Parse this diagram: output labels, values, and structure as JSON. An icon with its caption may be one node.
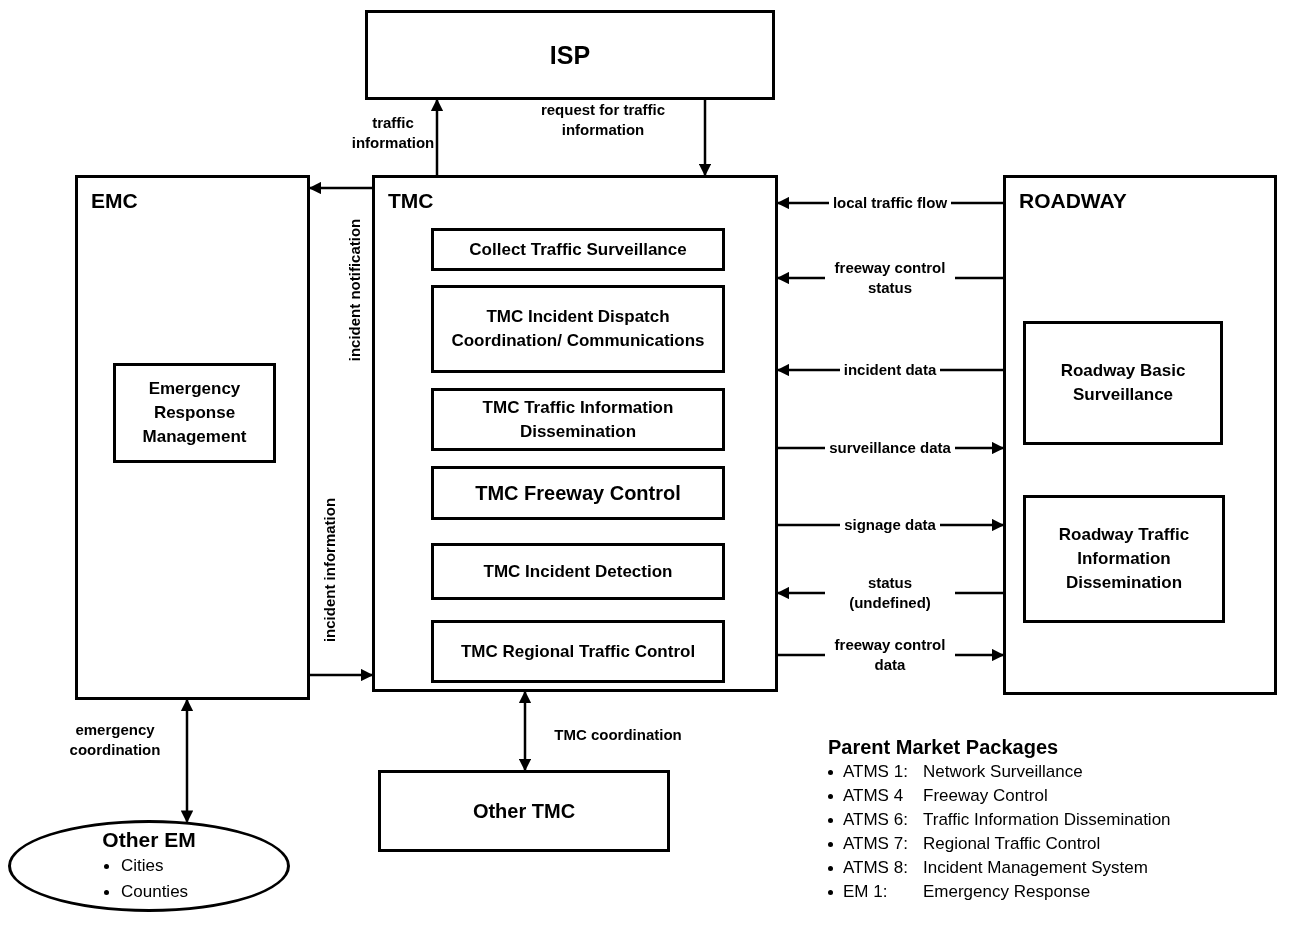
{
  "diagram": {
    "nodes": [
      {
        "text": [
          "ISP"
        ]
      },
      {
        "text": [
          "EMC"
        ]
      },
      {
        "text": [
          "Emergency Response Management"
        ],
        "in": 1
      },
      {
        "text": [
          "TMC"
        ]
      },
      {
        "text": [
          "Collect Traffic Surveillance"
        ],
        "in": 3
      },
      {
        "text": [
          "TMC Incident Dispatch Coordination/ Communications"
        ],
        "in": 3
      },
      {
        "text": [
          "TMC Traffic Information Dissemination"
        ],
        "in": 3
      },
      {
        "text": [
          "TMC Freeway Control"
        ],
        "in": 3
      },
      {
        "text": [
          "TMC Incident Detection"
        ],
        "in": 3
      },
      {
        "text": [
          "TMC Regional Traffic Control"
        ],
        "in": 3
      },
      {
        "text": [
          "ROADWAY"
        ]
      },
      {
        "text": [
          "Roadway Basic Surveillance"
        ],
        "in": 10
      },
      {
        "text": [
          "Roadway Traffic Information Dissemination"
        ],
        "in": 10
      },
      {
        "text": [
          "Other TMC"
        ]
      },
      {
        "text": [
          "Other EM",
          "Cities",
          "Counties"
        ]
      }
    ],
    "edges": [
      {
        "from": 3,
        "to": 0,
        "arrow": "to",
        "label": "traffic information"
      },
      {
        "from": 0,
        "to": 3,
        "arrow": "to",
        "label": "request for traffic information"
      },
      {
        "from": 3,
        "to": 1,
        "arrow": "to",
        "label": "incident notification"
      },
      {
        "from": 1,
        "to": 3,
        "arrow": "to",
        "label": "incident information"
      },
      {
        "from": 10,
        "to": 3,
        "arrow": "to",
        "label": "local traffic flow"
      },
      {
        "from": 10,
        "to": 3,
        "arrow": "to",
        "label": "freeway control status"
      },
      {
        "from": 10,
        "to": 3,
        "arrow": "to",
        "label": "incident data"
      },
      {
        "from": 3,
        "to": 10,
        "arrow": "to",
        "label": "surveillance data"
      },
      {
        "from": 3,
        "to": 10,
        "arrow": "to",
        "label": "signage data"
      },
      {
        "from": 10,
        "to": 3,
        "arrow": "to",
        "label": "status (undefined)"
      },
      {
        "from": 3,
        "to": 10,
        "arrow": "to",
        "label": "freeway control data"
      },
      {
        "from": 3,
        "to": 13,
        "arrow": "both",
        "label": "TMC coordination"
      },
      {
        "from": 1,
        "to": 14,
        "arrow": "both",
        "label": "emergency coordination"
      }
    ],
    "labels": [
      "Parent Market Packages",
      "ATMS 1:",
      "Network Surveillance",
      "ATMS 4",
      "Freeway Control",
      "ATMS 6:",
      "Traffic Information Dissemination",
      "ATMS 7:",
      "Regional Traffic Control",
      "ATMS 8:",
      "Incident Management System",
      "EM 1:",
      "Emergency Response"
    ]
  }
}
